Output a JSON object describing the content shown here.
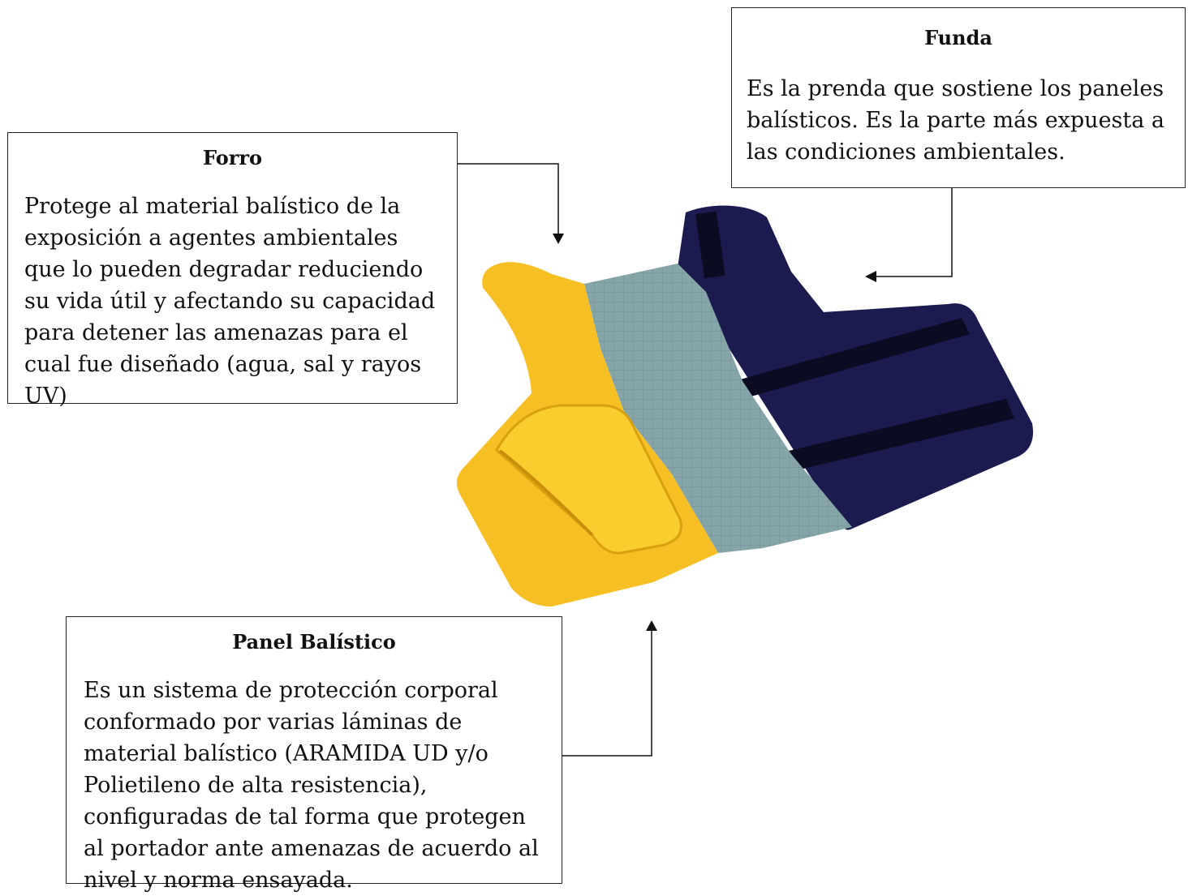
{
  "callouts": {
    "funda": {
      "title": "Funda",
      "text": "Es la prenda que sostiene los paneles balísticos. Es la parte más expuesta a las condiciones ambientales."
    },
    "forro": {
      "title": "Forro",
      "text": "Protege al material balístico de la exposición a agentes ambientales que lo pueden degradar reduciendo su vida útil y afectando su capacidad para detener las amenazas para el cual fue diseñado (agua, sal y rayos UV)"
    },
    "panel": {
      "title": "Panel Balístico",
      "text": "Es un sistema de protección corporal conformado por varias láminas de material balístico (ARAMIDA UD y/o Polietileno de alta resistencia), configuradas de tal forma que protegen al portador ante amenazas de acuerdo al nivel y norma ensayada."
    }
  },
  "colors": {
    "funda_navy": "#1c1b4f",
    "funda_strap": "#0b0b22",
    "panel_gray": "#86a5a8",
    "forro_yellow": "#f6c024",
    "connector": "#111111"
  }
}
